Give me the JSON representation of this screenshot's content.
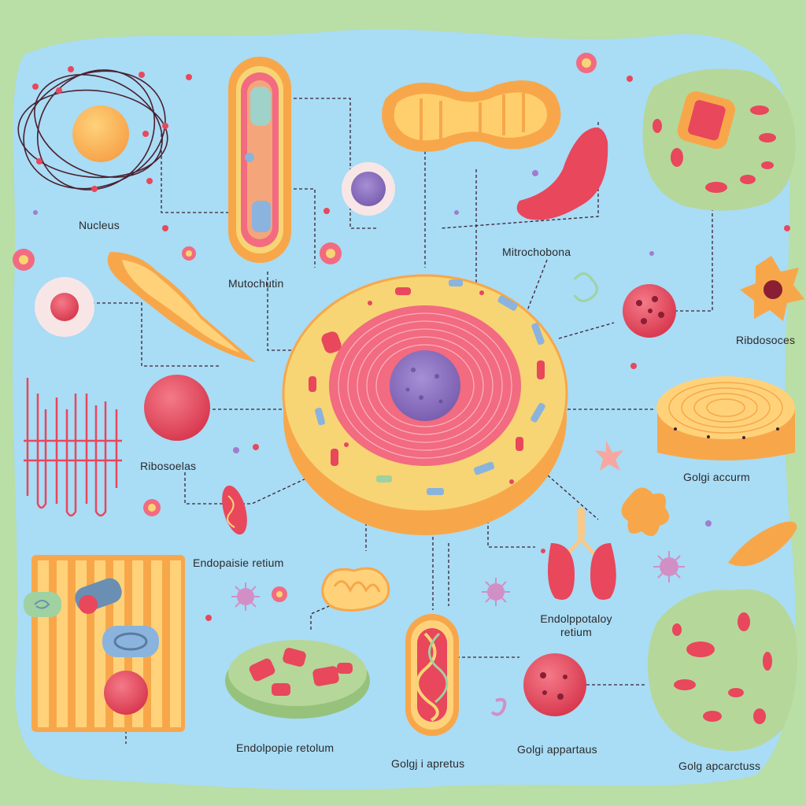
{
  "labels": {
    "nucleus": "Nucleus",
    "mutochutin": "Mutochutin",
    "mitrochobona": "Mitrochobona",
    "ribdosoes": "Ribdosoces",
    "ribosoelas": "Ribosoelas",
    "golgi_accurm": "Golgi accurm",
    "endopaie_retium": "Endopaisie retium",
    "endolppotaloy_1": "Endolppotaloy",
    "endolppotaloy_2": "retium",
    "endolpopie_retolum": "Endolpopie retolum",
    "golgi_i_apretus": "Golgj i apretus",
    "golgi_appartaus": "Golgi appartaus",
    "golg_apcarctuss": "Golg apcarctuss"
  },
  "colors": {
    "backdrop": "#b9dea6",
    "panel": "#a9dcf5",
    "cell_body": "#f7d574",
    "cell_ring": "#f26b80",
    "nucleus": "#8e72c2",
    "red_organelle": "#e8475c",
    "green_organelle": "#b6d79a",
    "orange": "#f7a74a",
    "line": "#3b2230"
  }
}
